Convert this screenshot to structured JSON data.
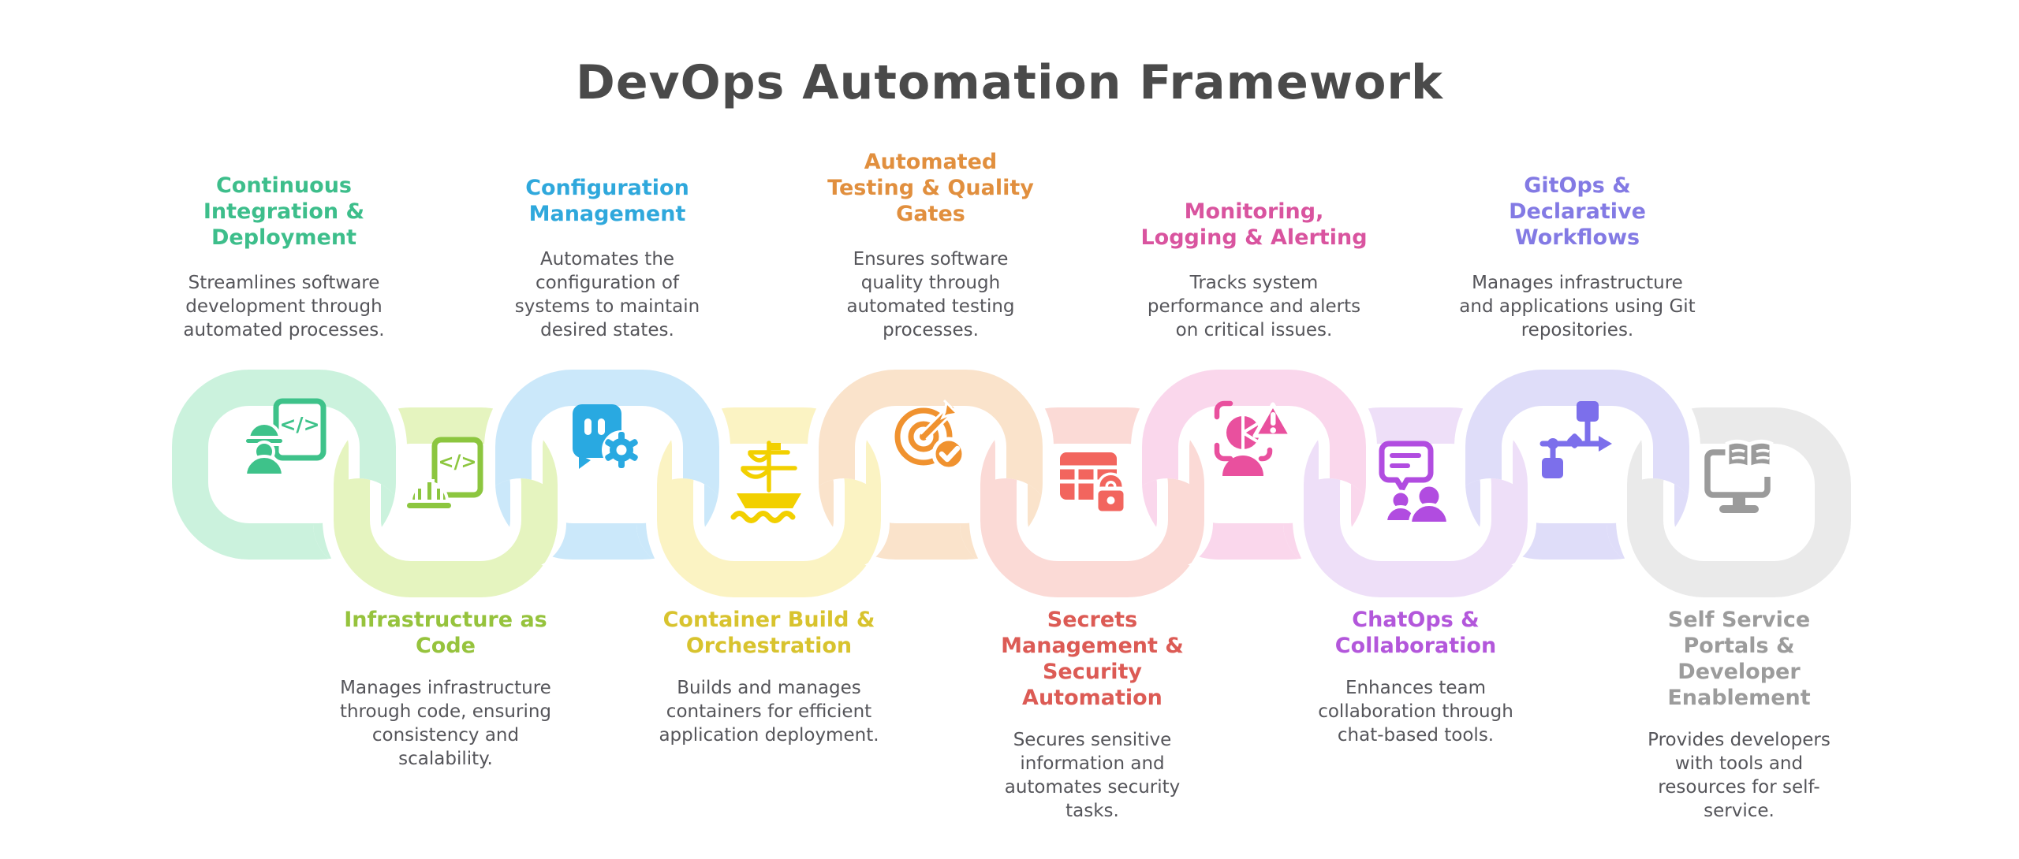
{
  "title": "DevOps Automation Framework",
  "title_color": "#4a4a4a",
  "body_text_color": "#55555a",
  "background_color": "#ffffff",
  "items": [
    {
      "heading": "Continuous\nIntegration &\nDeployment",
      "description": "Streamlines software\ndevelopment through\nautomated processes.",
      "position": "top",
      "heading_color": "#3dbe8b",
      "link_color": "#cbf2dd",
      "icon_color": "#3ec28a",
      "icon": "engineer-code-icon"
    },
    {
      "heading": "Infrastructure as\nCode",
      "description": "Manages infrastructure\nthrough code, ensuring\nconsistency and\nscalability.",
      "position": "bottom",
      "heading_color": "#96c33d",
      "link_color": "#e5f4bf",
      "icon_color": "#8cc63f",
      "icon": "hardhat-code-icon"
    },
    {
      "heading": "Configuration\nManagement",
      "description": "Automates the\nconfiguration of\nsystems to maintain\ndesired states.",
      "position": "top",
      "heading_color": "#2fa8dc",
      "link_color": "#cbe8fa",
      "icon_color": "#29a9e1",
      "icon": "chat-gear-icon"
    },
    {
      "heading": "Container Build &\nOrchestration",
      "description": "Builds and manages\ncontainers for efficient\napplication deployment.",
      "position": "bottom",
      "heading_color": "#d8c32e",
      "link_color": "#fbf3c3",
      "icon_color": "#f2d000",
      "icon": "container-ship-icon"
    },
    {
      "heading": "Automated\nTesting & Quality\nGates",
      "description": "Ensures software\nquality through\nautomated testing\nprocesses.",
      "position": "top",
      "heading_color": "#e18f3e",
      "link_color": "#fae3cb",
      "icon_color": "#f0922f",
      "icon": "target-check-icon"
    },
    {
      "heading": "Secrets\nManagement &\nSecurity\nAutomation",
      "description": "Secures sensitive\ninformation and\nautomates security\ntasks.",
      "position": "bottom",
      "heading_color": "#dc5b55",
      "link_color": "#fbdad6",
      "icon_color": "#f2655e",
      "icon": "table-lock-icon"
    },
    {
      "heading": "Monitoring,\nLogging & Alerting",
      "description": "Tracks system\nperformance and alerts\non critical issues.",
      "position": "top",
      "heading_color": "#d9549f",
      "link_color": "#fad7ec",
      "icon_color": "#e9509e",
      "icon": "monitor-alert-icon"
    },
    {
      "heading": "ChatOps &\nCollaboration",
      "description": "Enhances team\ncollaboration through\nchat-based tools.",
      "position": "bottom",
      "heading_color": "#b357db",
      "link_color": "#eedff8",
      "icon_color": "#b14ce0",
      "icon": "chat-people-icon"
    },
    {
      "heading": "GitOps &\nDeclarative\nWorkflows",
      "description": "Manages infrastructure\nand applications using Git\nrepositories.",
      "position": "top",
      "heading_color": "#837ae4",
      "link_color": "#dfddf9",
      "icon_color": "#7c6feb",
      "icon": "flowchart-icon"
    },
    {
      "heading": "Self Service\nPortals &\nDeveloper\nEnablement",
      "description": "Provides developers\nwith tools and\nresources for self-\nservice.",
      "position": "bottom",
      "heading_color": "#9c9c9c",
      "link_color": "#eaeaea",
      "icon_color": "#9b9b9b",
      "icon": "monitor-book-icon"
    }
  ]
}
